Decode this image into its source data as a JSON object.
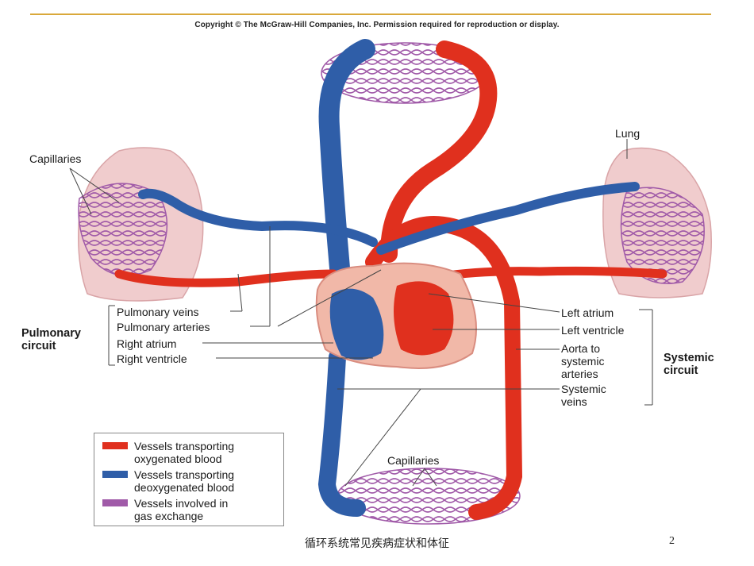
{
  "copyright": "Copyright © The McGraw-Hill Companies, Inc. Permission required for reproduction or display.",
  "colors": {
    "oxygenated": "#e0301e",
    "deoxygenated": "#2f5ea8",
    "exchange": "#a05aa8",
    "lung": "#f0cccd",
    "heart": "#f1b8a8"
  },
  "labels": {
    "capillaries_top_left": "Capillaries",
    "lung_right": "Lung",
    "pulmonary_veins": "Pulmonary veins",
    "pulmonary_arteries": "Pulmonary arteries",
    "right_atrium": "Right atrium",
    "right_ventricle": "Right ventricle",
    "pulmonary_circuit_line1": "Pulmonary",
    "pulmonary_circuit_line2": "circuit",
    "left_atrium": "Left atrium",
    "left_ventricle": "Left ventricle",
    "aorta_line1": "Aorta to",
    "aorta_line2": "systemic",
    "aorta_line3": "arteries",
    "systemic_veins_line1": "Systemic",
    "systemic_veins_line2": "veins",
    "systemic_circuit_line1": "Systemic",
    "systemic_circuit_line2": "circuit",
    "capillaries_bottom": "Capillaries"
  },
  "legend": [
    {
      "line1": "Vessels transporting",
      "line2": "oxygenated blood",
      "color": "#e0301e"
    },
    {
      "line1": "Vessels transporting",
      "line2": "deoxygenated blood",
      "color": "#2f5ea8"
    },
    {
      "line1": "Vessels involved in",
      "line2": "gas exchange",
      "color": "#a05aa8"
    }
  ],
  "footer": {
    "caption": "循环系统常见疾病症状和体征",
    "page_number": "2"
  }
}
